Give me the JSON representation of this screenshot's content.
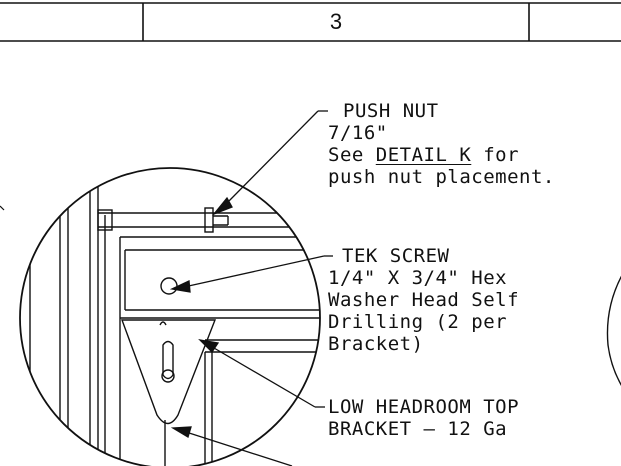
{
  "title_block": {
    "sheet_number": "3"
  },
  "callouts": {
    "push_nut": {
      "line1": "PUSH NUT",
      "line2": "7/16\"",
      "line3_prefix": "See ",
      "line3_link": "DETAIL K",
      "line3_suffix": " for",
      "line4": "push nut placement."
    },
    "tek_screw": {
      "line1": "TEK SCREW",
      "line2": "1/4\" X 3/4\" Hex",
      "line3": "Washer Head Self",
      "line4": "Drilling (2 per",
      "line5": "Bracket)"
    },
    "bracket": {
      "line1": "LOW HEADROOM TOP",
      "line2": "BRACKET — 12 Ga"
    }
  }
}
